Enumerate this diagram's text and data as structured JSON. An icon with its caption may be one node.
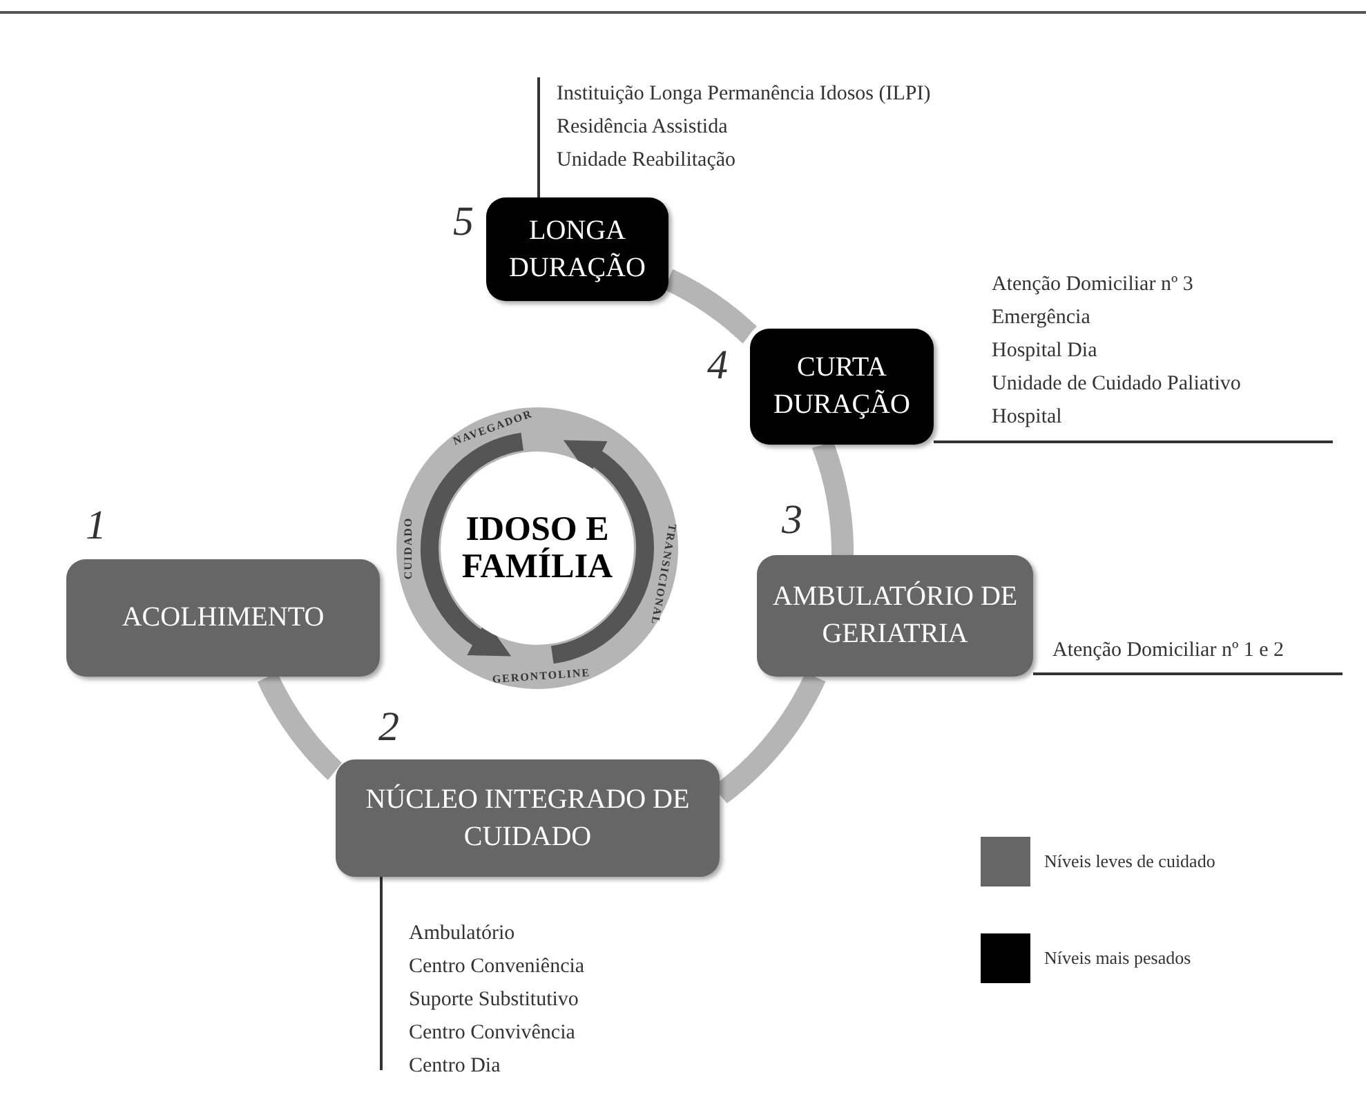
{
  "diagram": {
    "nodes": [
      {
        "text": [
          "ACOLHIMENTO"
        ],
        "beside": [
          "1"
        ]
      },
      {
        "text": [
          "NÚCLEO INTEGRADO DE CUIDADO"
        ],
        "beside": [
          "2"
        ]
      },
      {
        "text": [
          "AMBULATÓRIO DE GERIATRIA"
        ],
        "beside": [
          "3"
        ]
      },
      {
        "text": [
          "CURTA DURAÇÃO"
        ],
        "beside": [
          "4"
        ]
      },
      {
        "text": [
          "LONGA DURAÇÃO"
        ],
        "beside": [
          "5"
        ]
      },
      {
        "text": [
          "IDOSO E FAMÍLIA"
        ]
      },
      {
        "text": [
          "Instituição Longa Permanência Idosos (ILPI)",
          "Residência Assistida",
          "Unidade Reabilitação"
        ]
      },
      {
        "text": [
          "Atenção Domiciliar nº 3",
          "Emergência",
          "Hospital Dia",
          "Unidade de Cuidado Paliativo",
          "Hospital"
        ]
      },
      {
        "text": [
          "Atenção Domiciliar nº 1 e 2"
        ]
      },
      {
        "text": [
          "Ambulatório",
          "Centro Conveniência",
          "Suporte Substitutivo",
          "Centro Convivência",
          "Centro Dia"
        ]
      }
    ],
    "edges": [
      {
        "from": 0,
        "to": 1,
        "arrow": "none",
        "style": "thick",
        "color": "#b5b5b5"
      },
      {
        "from": 1,
        "to": 2,
        "arrow": "none",
        "style": "thick",
        "color": "#b5b5b5"
      },
      {
        "from": 2,
        "to": 3,
        "arrow": "none",
        "style": "thick",
        "color": "#b5b5b5"
      },
      {
        "from": 3,
        "to": 4,
        "arrow": "none",
        "style": "thick",
        "color": "#b5b5b5"
      },
      {
        "from": 4,
        "to": 6,
        "arrow": "none",
        "color": "#333333"
      },
      {
        "from": 3,
        "to": 7,
        "arrow": "none",
        "color": "#333333"
      },
      {
        "from": 2,
        "to": 8,
        "arrow": "none",
        "color": "#333333"
      },
      {
        "from": 1,
        "to": 9,
        "arrow": "none",
        "color": "#333333"
      }
    ],
    "labels": [
      "NAVEGADOR",
      "CUIDADO",
      "TRANSICIONAL",
      "GERONTOLINE"
    ],
    "legend": [
      {
        "text": "Níveis leves de cuidado",
        "color": "#666666"
      },
      {
        "text": "Níveis mais pesados",
        "color": "#000000"
      }
    ]
  }
}
